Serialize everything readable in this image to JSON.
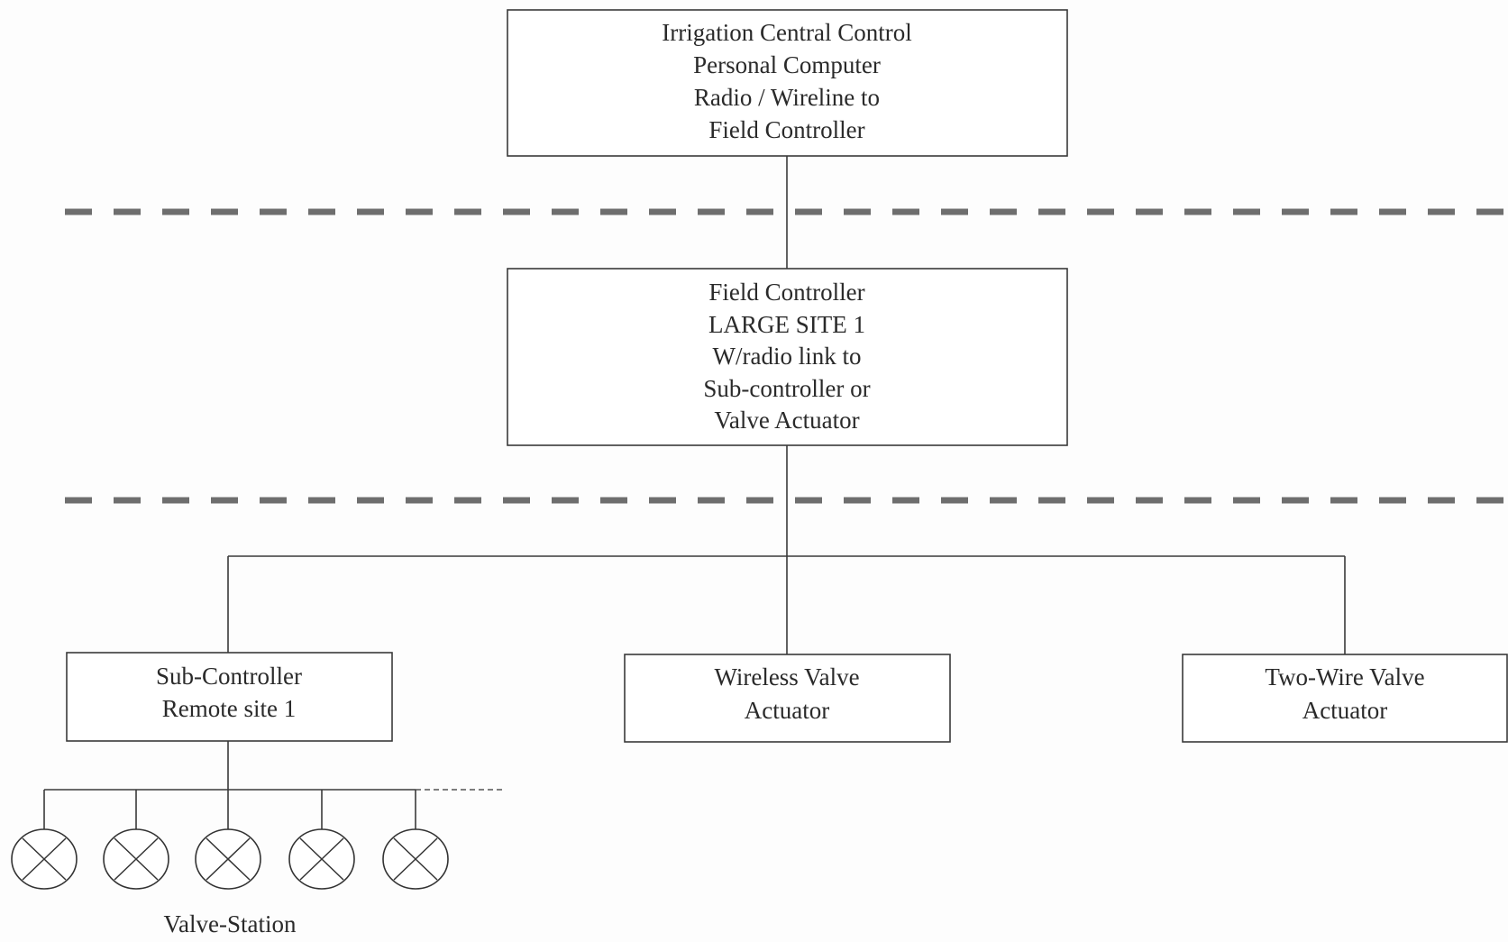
{
  "nodes": {
    "central_control": {
      "lines": [
        "Irrigation Central Control",
        "Personal Computer",
        "Radio / Wireline to",
        "Field Controller"
      ]
    },
    "field_controller": {
      "lines": [
        "Field Controller",
        "LARGE SITE 1",
        "W/radio link to",
        "Sub-controller or",
        "Valve Actuator"
      ]
    },
    "sub_controller": {
      "lines": [
        "Sub-Controller",
        "Remote site 1"
      ]
    },
    "wireless_actuator": {
      "lines": [
        "Wireless Valve",
        "Actuator"
      ]
    },
    "two_wire_actuator": {
      "lines": [
        "Two-Wire Valve",
        "Actuator"
      ]
    }
  },
  "valve_station": {
    "label": "Valve-Station",
    "valve_icon": "valve-x-circle-icon"
  },
  "colors": {
    "line": "#3a3a3a",
    "tier_divider": "#6e6e6e",
    "background": "#fdfdfd"
  }
}
